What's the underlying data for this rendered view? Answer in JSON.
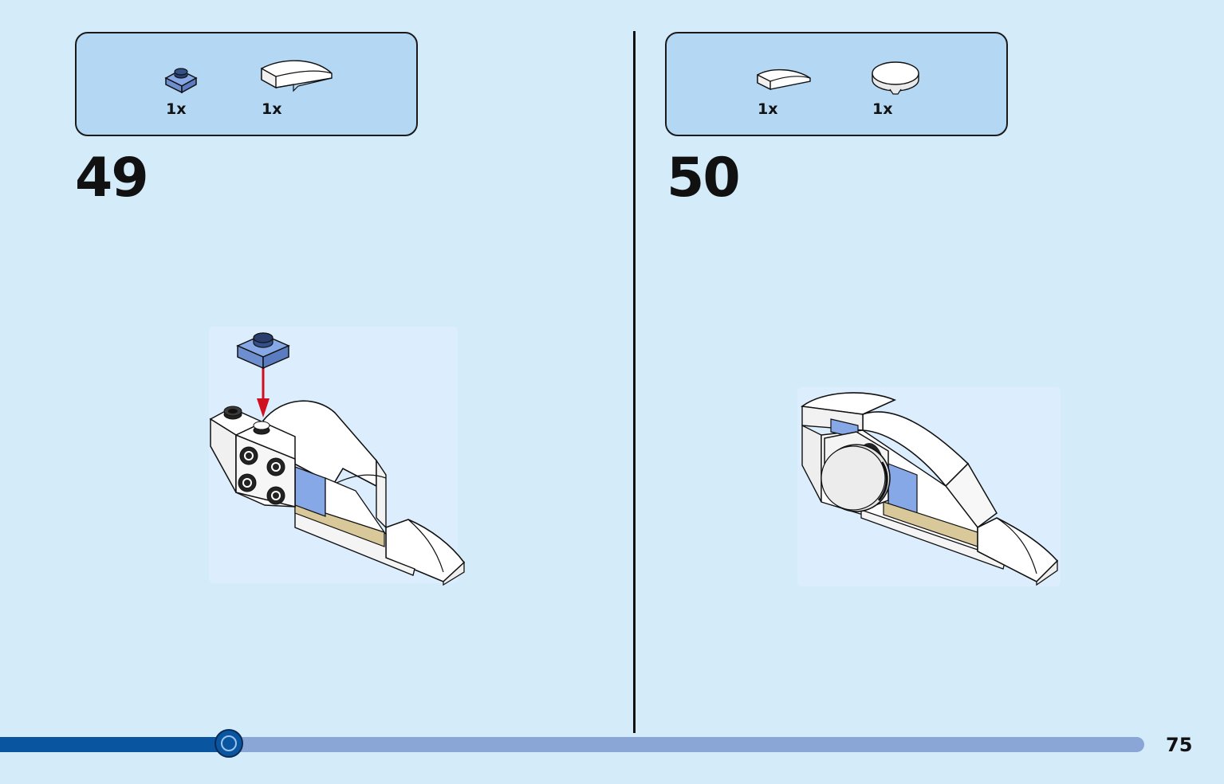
{
  "steps": [
    {
      "number": "49",
      "parts": [
        {
          "icon": "blue-round-plate-1x1-icon",
          "qty": "1x",
          "color": "#86a8e6"
        },
        {
          "icon": "white-curved-slope-icon",
          "qty": "1x",
          "color": "#ffffff"
        }
      ]
    },
    {
      "number": "50",
      "parts": [
        {
          "icon": "white-curved-slope-small-icon",
          "qty": "1x",
          "color": "#ffffff"
        },
        {
          "icon": "white-round-tile-icon",
          "qty": "1x",
          "color": "#ffffff"
        }
      ]
    }
  ],
  "progress": {
    "fraction": 0.2
  },
  "page_number": "75",
  "colors": {
    "background": "#d4ebfa",
    "parts_box": "#b4d8f4",
    "progress_fill": "#0a55a0",
    "progress_track": "#8aa6d6",
    "arrow": "#d0101e",
    "tan": "#d9c99a",
    "blue_panel": "#86a8e6"
  }
}
